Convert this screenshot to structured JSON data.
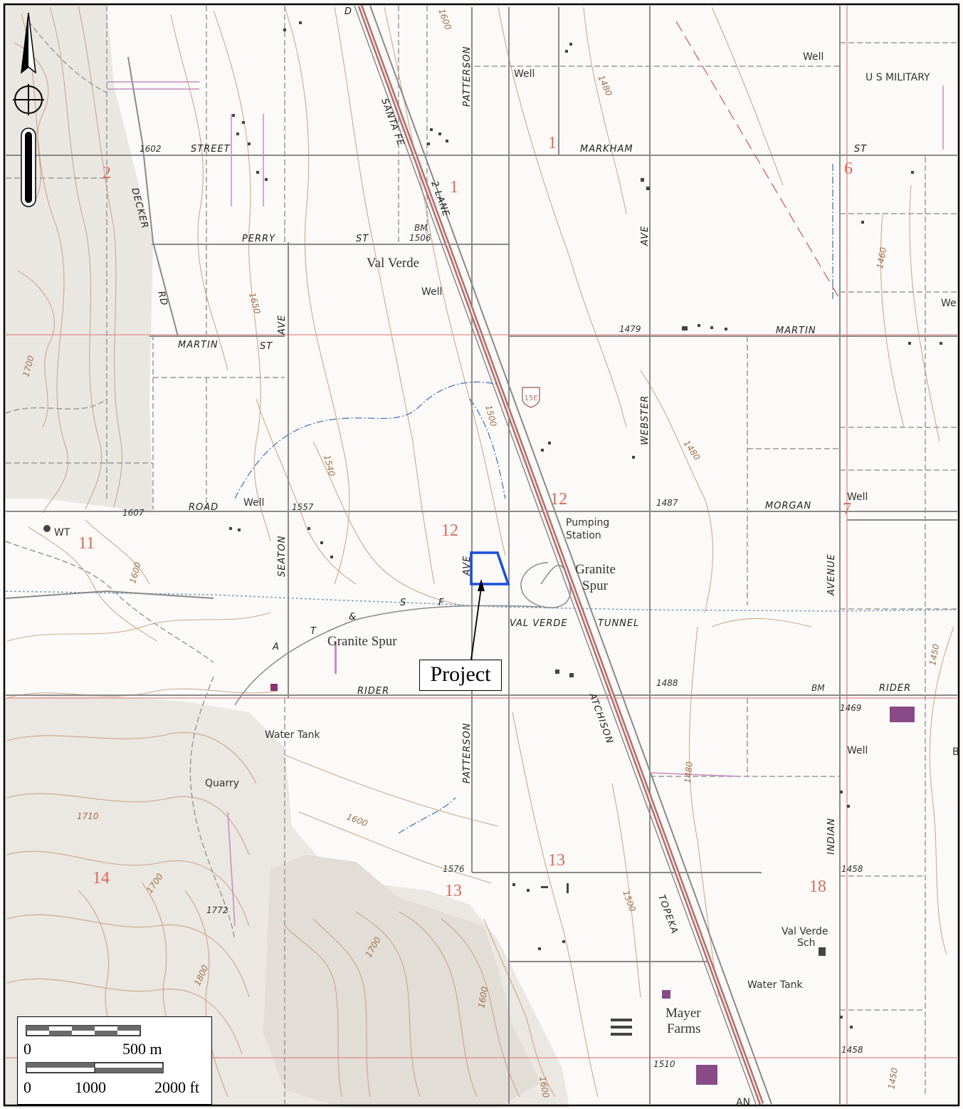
{
  "map": {
    "frame_color": "#000000",
    "road_color": "#8a8a8a",
    "highway_color": "#b07070",
    "section_line_color": "#e08a8a",
    "contour_color": "#c89a78",
    "water_color": "#4a78b8",
    "project_color": "#1a4fd8"
  },
  "north_arrow": {
    "icon": "north-arrow-icon"
  },
  "roads": {
    "street": "STREET",
    "perry": "PERRY",
    "st1": "ST",
    "martin_west": "MARTIN",
    "st2": "ST",
    "road": "ROAD",
    "rider_west": "RIDER",
    "rider_east": "RIDER",
    "markham": "MARKHAM",
    "st_east": "ST",
    "martin_east": "MARTIN",
    "morgan": "MORGAN",
    "decker": "DECKER",
    "rd": "RD",
    "seaton_ave": "AVE",
    "seaton": "SEATON",
    "santa_fe": "SANTA FE",
    "patterson_n": "PATTERSON",
    "patterson_s": "PATTERSON",
    "patterson_ave": "AVE",
    "webster": "WEBSTER",
    "webster_ave": "AVE",
    "avenue": "AVENUE",
    "indian": "INDIAN",
    "atchison": "ATCHISON",
    "topeka": "TOPEKA",
    "val_verde": "VAL VERDE",
    "tunnel": "TUNNEL",
    "a": "A",
    "t": "T",
    "amp": "&",
    "s": "S",
    "f": "F",
    "d": "D",
    "highway": "15E",
    "lane": "2 LANE"
  },
  "places": {
    "val_verde": "Val Verde",
    "granite_spur_1": "Granite",
    "granite_spur_2": "Spur",
    "granite_spur_w": "Granite Spur",
    "pumping_1": "Pumping",
    "pumping_2": "Station",
    "water_tank_w": "Water Tank",
    "water_tank_e": "Water Tank",
    "quarry": "Quarry",
    "wt": "WT",
    "mayer": "Mayer",
    "farms": "Farms",
    "school_1": "Val Verde",
    "school_2": "Sch",
    "military": "U S MILITARY",
    "we": "We",
    "b": "B",
    "an": "AN"
  },
  "wells": [
    "Well",
    "Well",
    "Well",
    "Well",
    "Well",
    "Well"
  ],
  "sections": [
    "1",
    "1",
    "2",
    "6",
    "12",
    "12",
    "7",
    "11",
    "13",
    "13",
    "14",
    "18"
  ],
  "elevations": {
    "e1602": "1602",
    "e1506": "1506",
    "bm1": "BM",
    "e1479": "1479",
    "e1607": "1607",
    "e1557": "1557",
    "e1487": "1487",
    "e1488": "1488",
    "bm2": "BM",
    "e1469": "1469",
    "e1576": "1576",
    "e1458a": "1458",
    "e1458b": "1458",
    "e1510": "1510",
    "e1772": "1772"
  },
  "contours": {
    "c1600a": "1600",
    "c1480a": "1480",
    "c1460": "1460",
    "c1650": "1650",
    "c1700a": "1700",
    "c1540": "1540",
    "c1500a": "1500",
    "c1480b": "1480",
    "c1600b": "1600",
    "c1600c": "1600",
    "c1710": "1710",
    "c1700b": "1700",
    "c1700c": "1700",
    "c1800": "1800",
    "c1600d": "1600",
    "c1500b": "1500",
    "c1480c": "1480",
    "c1450a": "1450",
    "c1450b": "1450",
    "c1600e": "1600"
  },
  "project_label": "Project",
  "scale": {
    "metric_zero": "0",
    "metric_end": "500 m",
    "imperial_zero": "0",
    "imperial_mid": "1000",
    "imperial_end": "2000 ft"
  }
}
